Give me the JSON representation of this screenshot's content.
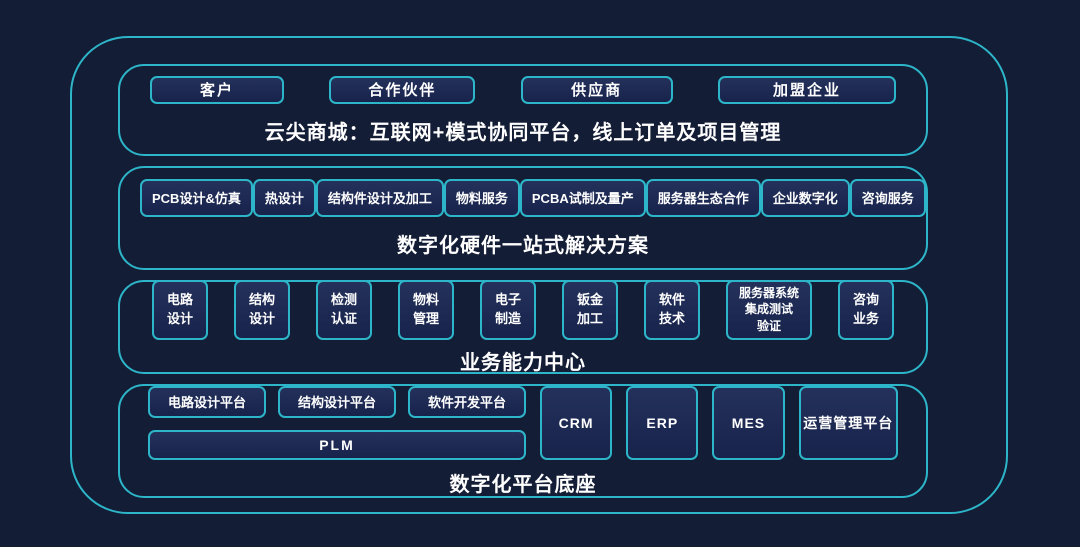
{
  "colors": {
    "background": "#141d36",
    "accent_border": "#2db6c9",
    "box_fill": "#1c2a4e",
    "text": "#ffffff"
  },
  "layers": [
    {
      "title": "云尖商城：互联网+模式协同平台，线上订单及项目管理",
      "boxes": [
        "客户",
        "合作伙伴",
        "供应商",
        "加盟企业"
      ]
    },
    {
      "title": "数字化硬件一站式解决方案",
      "boxes": [
        "PCB设计&仿真",
        "热设计",
        "结构件设计及加工",
        "物料服务",
        "PCBA试制及量产",
        "服务器生态合作",
        "企业数字化",
        "咨询服务"
      ]
    },
    {
      "title": "业务能力中心",
      "boxes": [
        "电路设计",
        "结构设计",
        "检测认证",
        "物料管理",
        "电子制造",
        "钣金加工",
        "软件技术",
        "服务器系统\n集成测试\n验证",
        "咨询业务"
      ]
    },
    {
      "title": "数字化平台底座",
      "platform_boxes": [
        "电路设计平台",
        "结构设计平台",
        "软件开发平台"
      ],
      "plm_label": "PLM",
      "system_boxes": [
        "CRM",
        "ERP",
        "MES",
        "运营管理平台"
      ]
    }
  ]
}
